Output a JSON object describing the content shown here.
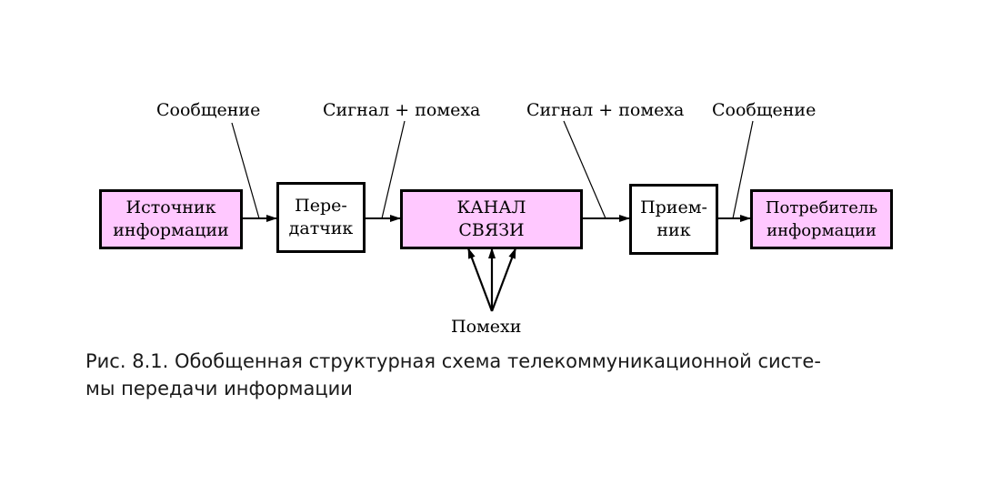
{
  "blocks": {
    "source": {
      "line1": "Источник",
      "line2": "информации"
    },
    "transmitter": {
      "line1": "Пере-",
      "line2": "датчик"
    },
    "channel": {
      "line1": "КАНАЛ",
      "line2": "СВЯЗИ"
    },
    "receiver": {
      "line1": "Прием-",
      "line2": "ник"
    },
    "consumer": {
      "line1": "Потребитель",
      "line2": "информации"
    }
  },
  "labels": {
    "message_in": "Сообщение",
    "signal_noise_in": "Сигнал + помеха",
    "signal_noise_out": "Сигнал + помеха",
    "message_out": "Сообщение",
    "noise": "Помехи"
  },
  "caption": {
    "line1": "Рис. 8.1. Обобщенная структурная схема телекоммуникационной систе-",
    "line2": "мы передачи информации"
  },
  "colors": {
    "highlight_block": "#ffc8ff",
    "plain_block": "#ffffff"
  }
}
